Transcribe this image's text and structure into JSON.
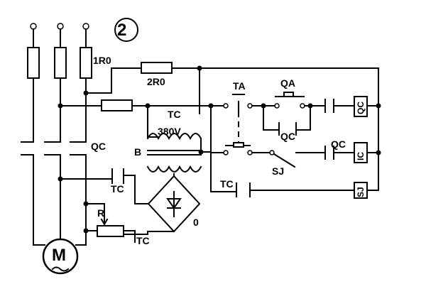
{
  "labels": {
    "circle_number": "2",
    "fuse_1r0": "1R0",
    "resistor_2r0": "2R0",
    "tc_top": "TC",
    "transformer_voltage": "380V",
    "transformer_b": "B",
    "qc_left": "QC",
    "tc_mid": "TC",
    "resistor_r": "R",
    "tc_bottom": "TC",
    "bridge_zero": "0",
    "motor": "M",
    "ta": "TA",
    "qa": "QA",
    "qc_under_qa": "QC",
    "coil_qc": "QC",
    "qc_aux": "QC",
    "sj": "SJ",
    "coil_ic": "IC",
    "tc_ctrl": "TC",
    "coil_sj": "SJ"
  }
}
